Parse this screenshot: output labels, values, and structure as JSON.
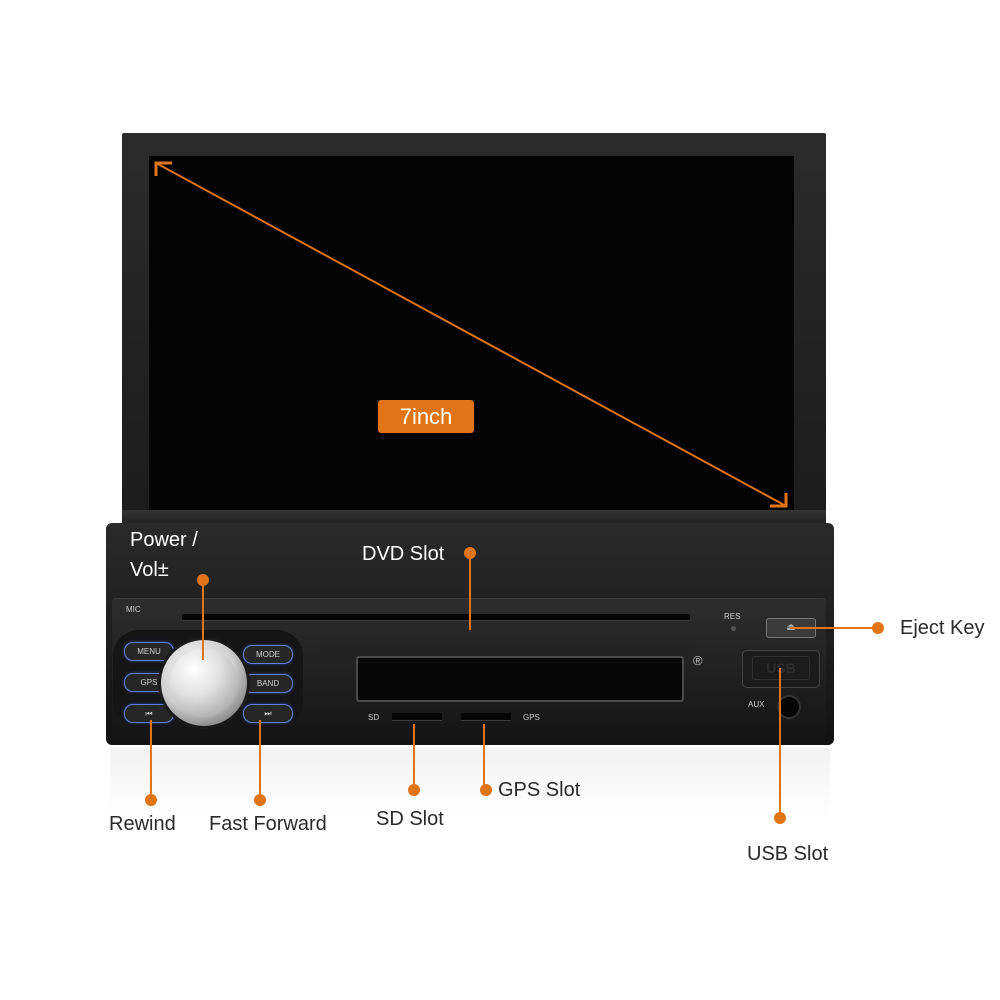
{
  "screen": {
    "size_label": "7inch"
  },
  "unit": {
    "mic_label": "MIC",
    "res_label": "RES",
    "usb_port_text": "USB",
    "aux_label": "AUX",
    "sd_label": "SD",
    "gps_label": "GPS",
    "eject_symbol": "⏏",
    "ir_symbol": "®"
  },
  "buttons": {
    "menu": "MENU",
    "mode": "MODE",
    "gps": "GPS",
    "band": "BAND",
    "rewind": "⏮",
    "fast_forward": "⏭"
  },
  "callouts": {
    "power_line1": "Power /",
    "power_line2": "Vol±",
    "dvd_slot": "DVD Slot",
    "eject_key": "Eject Key",
    "rewind": "Rewind",
    "fast_forward": "Fast Forward",
    "sd_slot": "SD Slot",
    "gps_slot": "GPS Slot",
    "usb_slot": "USB Slot"
  },
  "colors": {
    "accent": "#e07416",
    "leader": "#e07416",
    "button_glow": "#5d7fd8"
  }
}
